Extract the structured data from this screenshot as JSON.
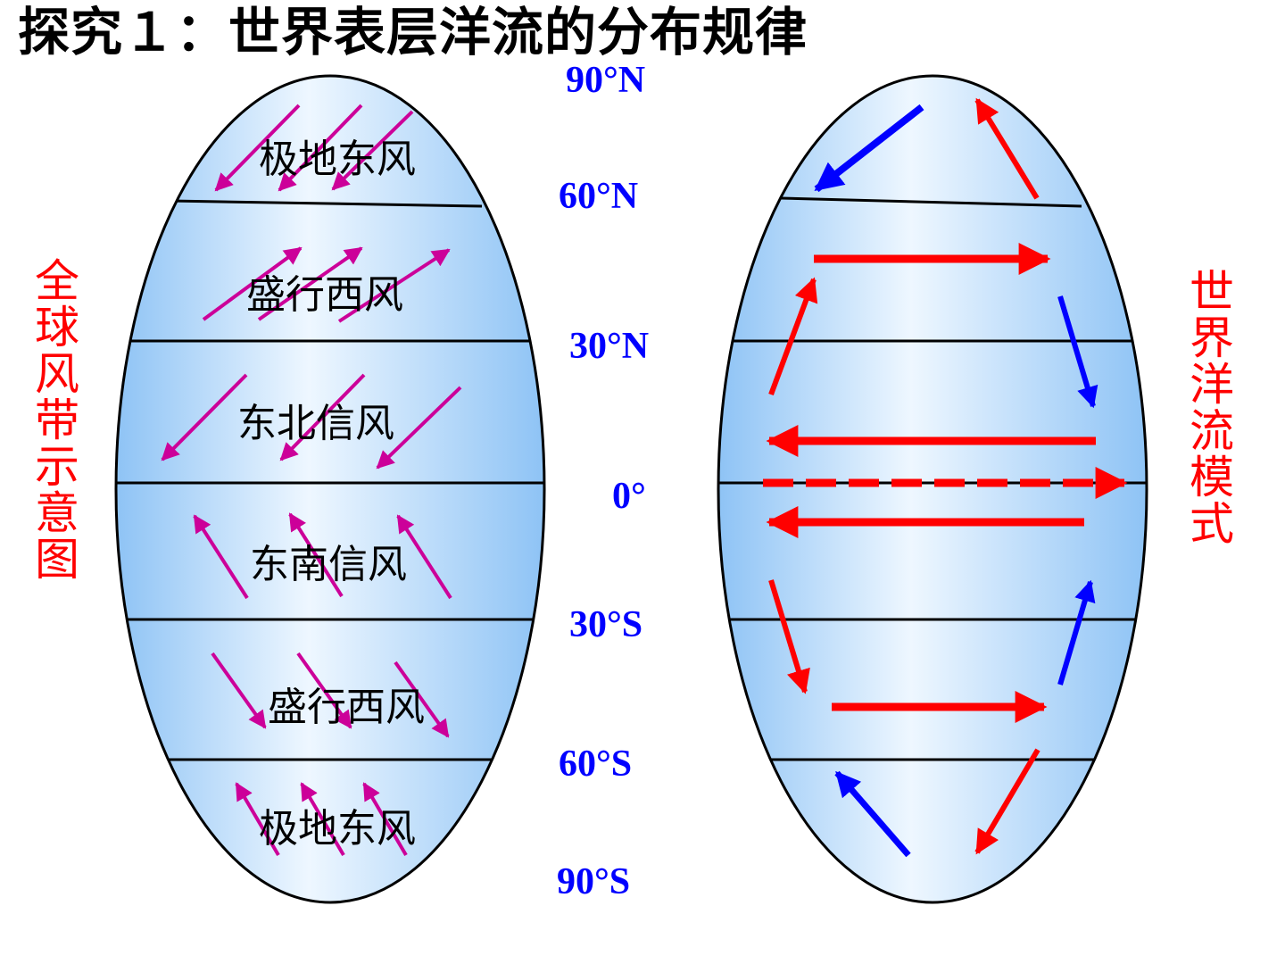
{
  "title": "探究１：世界表层洋流的分布规律",
  "left_caption": "全球风带示意图",
  "right_caption": "世界洋流模式",
  "latitudes": [
    "90°N",
    "60°N",
    "30°N",
    "0°",
    "30°S",
    "60°S",
    "90°S"
  ],
  "wind_belts": [
    "极地东风",
    "盛行西风",
    "东北信风",
    "东南信风",
    "盛行西风",
    "极地东风"
  ],
  "colors": {
    "wind_arrow": "#cc0099",
    "warm_current": "#ff0000",
    "cold_current": "#0000ff",
    "latitude_label": "#0000ff",
    "caption": "#ff0000",
    "globe_fill_center": "#e8f4ff",
    "globe_fill_edge": "#8ec3f5"
  },
  "icons": [
    "wind-arrow-icon",
    "warm-current-arrow-icon",
    "cold-current-arrow-icon"
  ]
}
